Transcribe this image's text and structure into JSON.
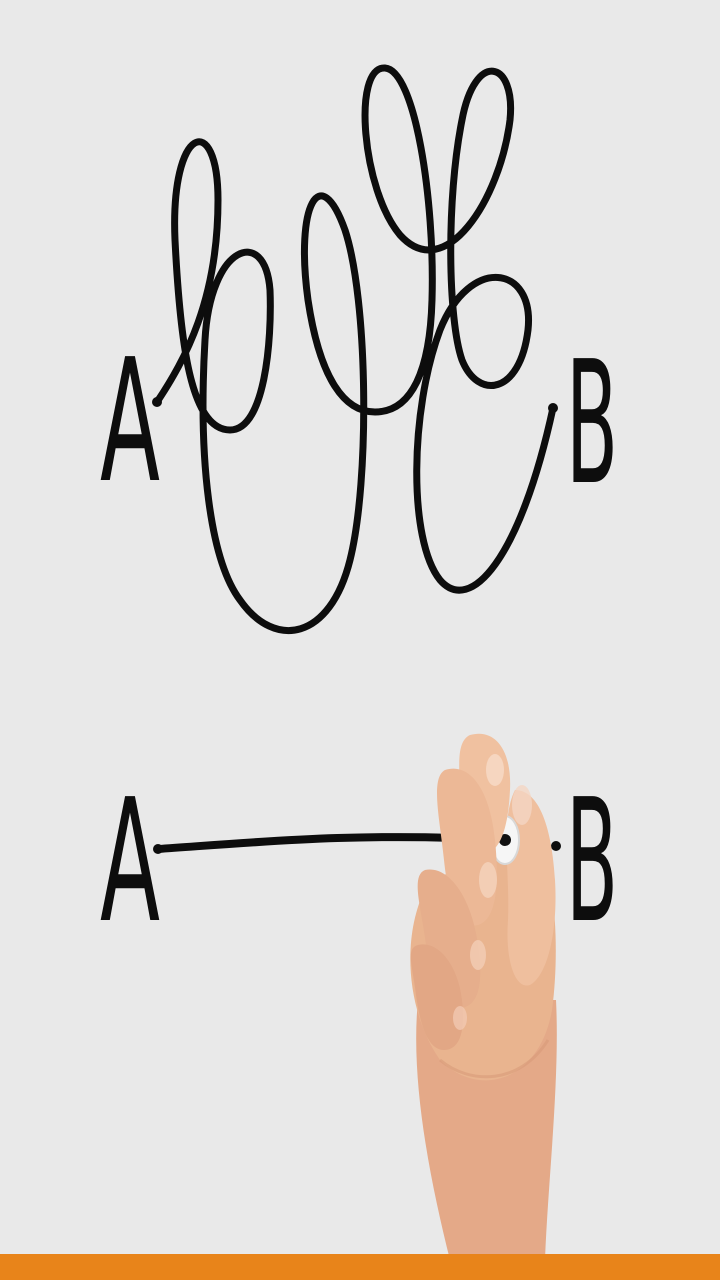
{
  "labels": {
    "top_start": "A",
    "top_end": "B",
    "bottom_start": "A",
    "bottom_end": "B"
  },
  "colors": {
    "background": "#e9e9e9",
    "ink": "#0d0d0d",
    "accent_bar": "#e8841a",
    "skin": "#e9b48f"
  }
}
